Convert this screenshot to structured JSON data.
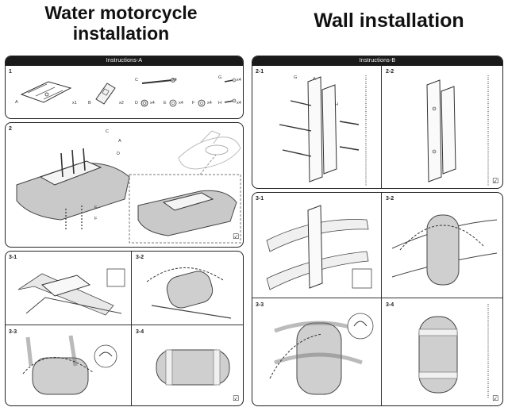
{
  "headings": {
    "left": "Water motorcycle installation",
    "right": "Wall installation"
  },
  "panels": {
    "a_title": "Instructions-A",
    "b_title": "Instructions-B"
  },
  "steps_a": {
    "s1": "1",
    "s2": "2",
    "s31": "3-1",
    "s32": "3-2",
    "s33": "3-3",
    "s34": "3-4"
  },
  "steps_b": {
    "s21": "2-1",
    "s22": "2-2",
    "s31": "3-1",
    "s32": "3-2",
    "s33": "3-3",
    "s34": "3-4"
  },
  "parts": {
    "A": "A",
    "A_qty": "x1",
    "B": "B",
    "B_qty": "x2",
    "C": "C",
    "C_qty": "x4",
    "D": "D",
    "D_qty": "x4",
    "E": "E",
    "E_qty": "x4",
    "F": "F",
    "F_qty": "x4",
    "G": "G",
    "G_qty": "x4",
    "H": "H",
    "H_qty": "x4"
  },
  "callouts": {
    "c": "C",
    "a": "A",
    "d": "D",
    "e": "E",
    "f": "F",
    "g": "G",
    "a2": "A",
    "h": "H"
  },
  "check_glyph": "☑"
}
